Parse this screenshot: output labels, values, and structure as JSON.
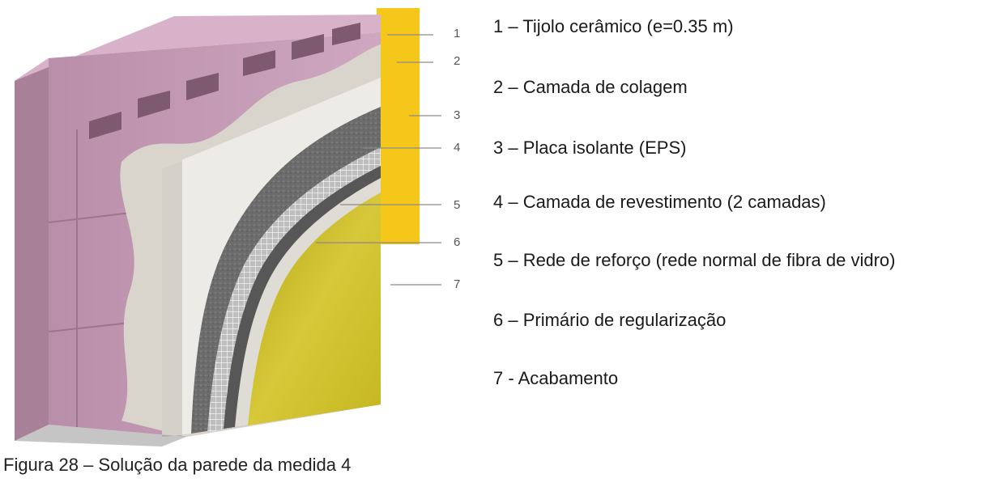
{
  "figure": {
    "caption": "Figura 28 – Solução da parede da medida 4",
    "callout_numbers": [
      "1",
      "2",
      "3",
      "4",
      "5",
      "6",
      "7"
    ]
  },
  "legend": {
    "items": [
      "1 – Tijolo cerâmico (e=0.35 m)",
      "2 – Camada de colagem",
      "3 – Placa isolante (EPS)",
      "4 – Camada de revestimento (2 camadas)",
      "5 – Rede de reforço (rede normal de fibra de vidro)",
      "6 – Primário de regularização",
      "7 - Acabamento"
    ]
  },
  "colors": {
    "brick": "#c59cb5",
    "brick_dark": "#a97f98",
    "adhesive": "#d8d4cb",
    "eps": "#ebe9e4",
    "render": "#6f6f6f",
    "mesh": "#9a9a9a",
    "primer": "#e0ded6",
    "finish": "#d2c32e",
    "yellow_bar": "#f5c71a"
  }
}
